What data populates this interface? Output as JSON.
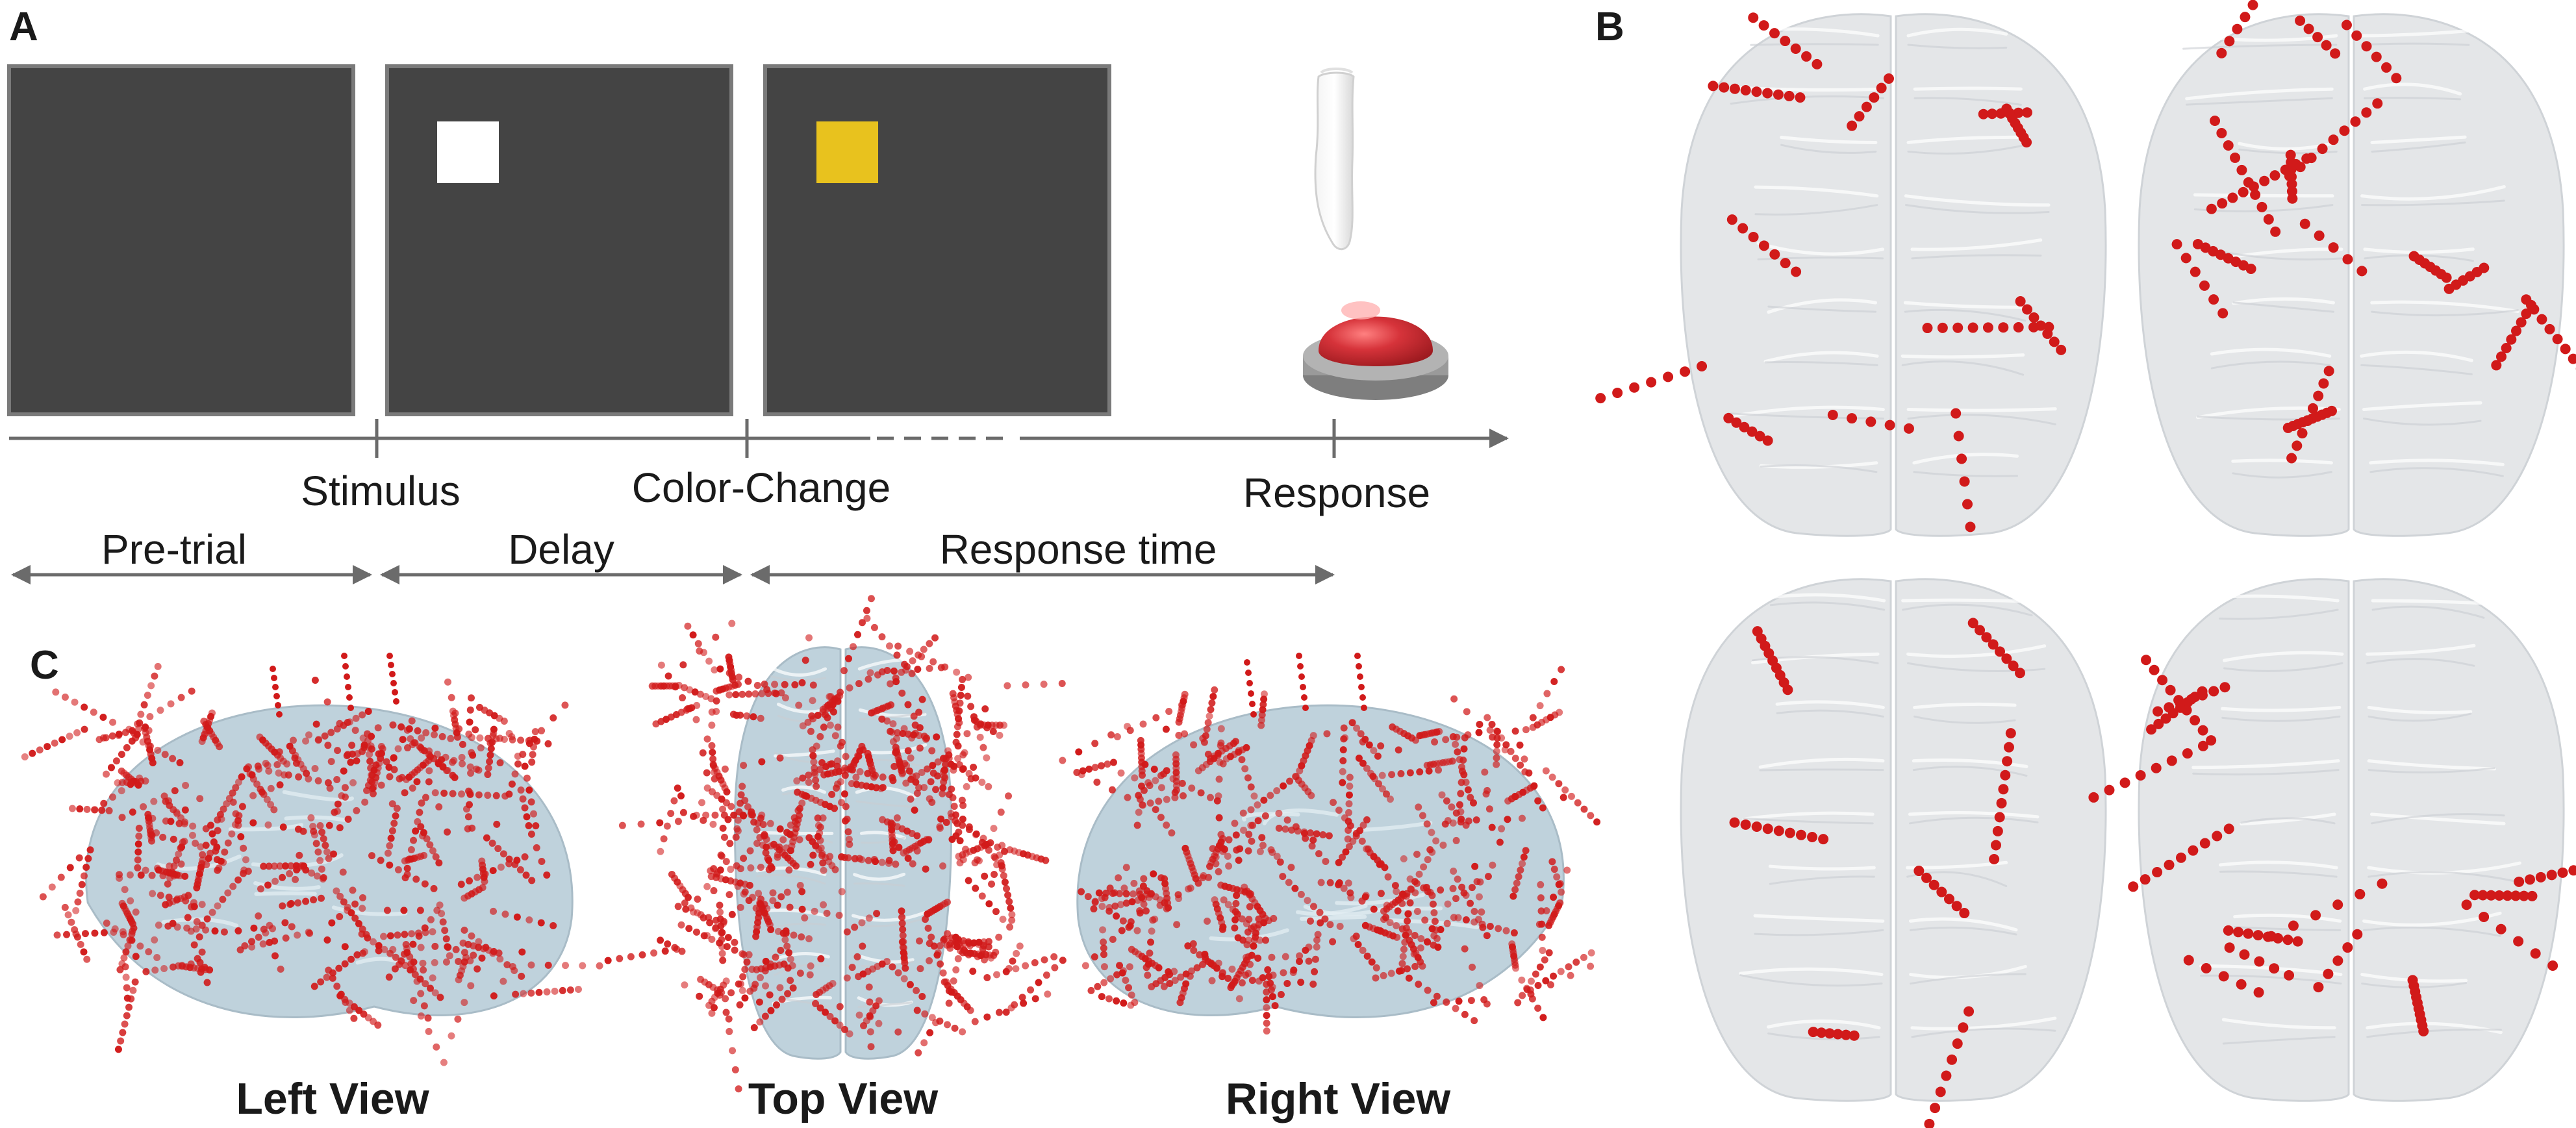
{
  "panels": {
    "a": "A",
    "b": "B",
    "c": "C"
  },
  "timeline": {
    "events": [
      "Stimulus",
      "Color-Change",
      "Response"
    ],
    "phases": [
      "Pre-trial",
      "Delay",
      "Response time"
    ]
  },
  "views": [
    "Left View",
    "Top View",
    "Right View"
  ],
  "colors": {
    "screen": "#444444",
    "stimulus_initial": "#ffffff",
    "stimulus_changed": "#e8c21e",
    "electrode": "#d11a1a",
    "brain_b": "#e4e6e8",
    "brain_c": "#bfd2dc",
    "button": "#d6333a",
    "arrow": "#6b6b6b"
  },
  "icons": [
    "finger-icon",
    "response-button-icon"
  ]
}
